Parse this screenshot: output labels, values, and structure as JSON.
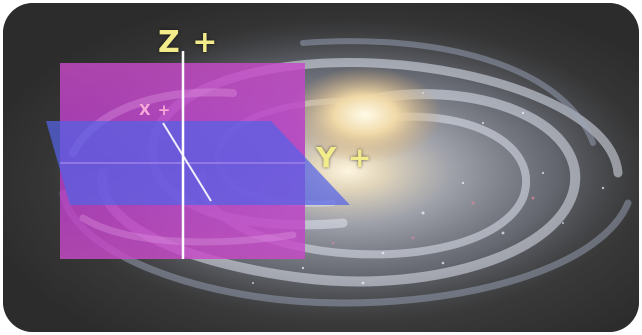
{
  "diagram": {
    "axes": {
      "z_label": "Z +",
      "y_label": "Y +",
      "x_label": "X +"
    },
    "colors": {
      "z_label": "#f3ec8a",
      "y_label": "#f3ec8a",
      "x_label": "#f6a8d8",
      "vertical_plane": "#c845c8",
      "horizontal_plane": "#5b6fe0",
      "axis_line": "#ffffff",
      "background": "#3b3b3b"
    }
  }
}
